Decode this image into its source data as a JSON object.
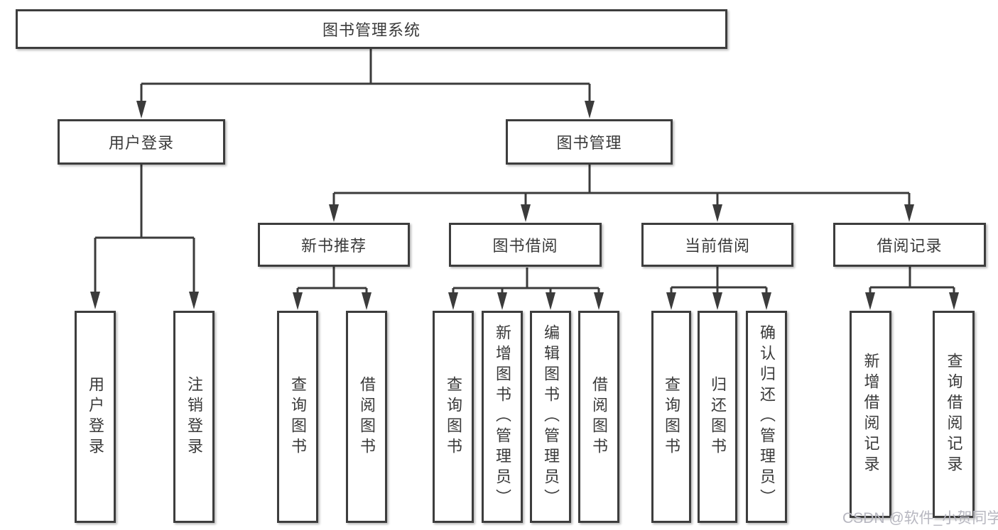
{
  "colors": {
    "line": "#3b3b3b",
    "box_border": "#3d3d3d",
    "text": "#3a3a3a",
    "watermark": "#b7b7c0",
    "background": "#ffffff"
  },
  "watermark": {
    "text": "CSDN @软件_小贺同学"
  },
  "tree": {
    "label": "图书管理系统",
    "children": [
      {
        "label": "用户登录",
        "children": [
          {
            "label": "用户登录"
          },
          {
            "label": "注销登录"
          }
        ]
      },
      {
        "label": "图书管理",
        "children": [
          {
            "label": "新书推荐",
            "children": [
              {
                "label": "查询图书"
              },
              {
                "label": "借阅图书"
              }
            ]
          },
          {
            "label": "图书借阅",
            "children": [
              {
                "label": "查询图书"
              },
              {
                "label": "新增图书（管理员）"
              },
              {
                "label": "编辑图书（管理员）"
              },
              {
                "label": "借阅图书"
              }
            ]
          },
          {
            "label": "当前借阅",
            "children": [
              {
                "label": "查询图书"
              },
              {
                "label": "归还图书"
              },
              {
                "label": "确认归还（管理员）"
              }
            ]
          },
          {
            "label": "借阅记录",
            "children": [
              {
                "label": "新增借阅记录"
              },
              {
                "label": "查询借阅记录"
              }
            ]
          }
        ]
      }
    ]
  }
}
